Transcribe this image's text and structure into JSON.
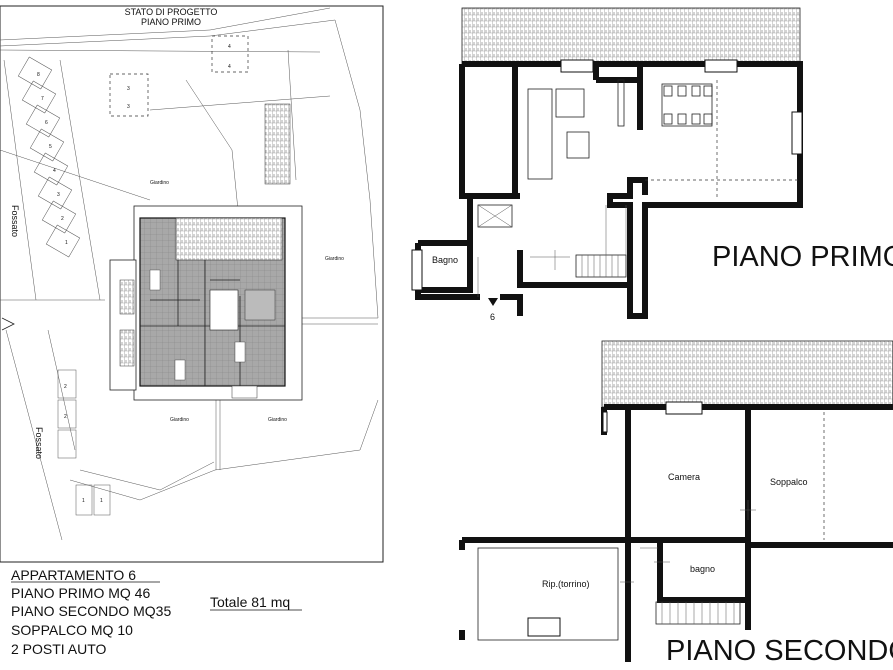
{
  "site_plan": {
    "title_line1": "STATO DI PROGETTO",
    "title_line2": "PIANO PRIMO",
    "canal_label_top": "Fossato",
    "canal_label_bottom": "Fossato",
    "garden_labels": [
      "Giardino",
      "Giardino",
      "Giardino",
      "Giardino"
    ],
    "parking_numbers": [
      "4",
      "4",
      "3",
      "3",
      "2",
      "2",
      "1",
      "1"
    ],
    "left_row_numbers": [
      "8",
      "7",
      "6",
      "5",
      "4",
      "3",
      "2",
      "1"
    ]
  },
  "summary": {
    "line1": "APPARTAMENTO 6",
    "line2": "PIANO PRIMO MQ 46",
    "line3": "PIANO SECONDO MQ35",
    "line4": "SOPPALCO MQ 10",
    "line5": "2 POSTI AUTO",
    "total": "Totale 81 mq"
  },
  "first_floor": {
    "heading": "PIANO PRIMO",
    "bathroom_label": "Bagno",
    "unit_marker": "6"
  },
  "second_floor": {
    "heading": "PIANO SECONDO",
    "rooms": {
      "camera": "Camera",
      "soppalco": "Soppalco",
      "bagno": "bagno",
      "ripostiglio": "Rip.(torrino)"
    }
  }
}
